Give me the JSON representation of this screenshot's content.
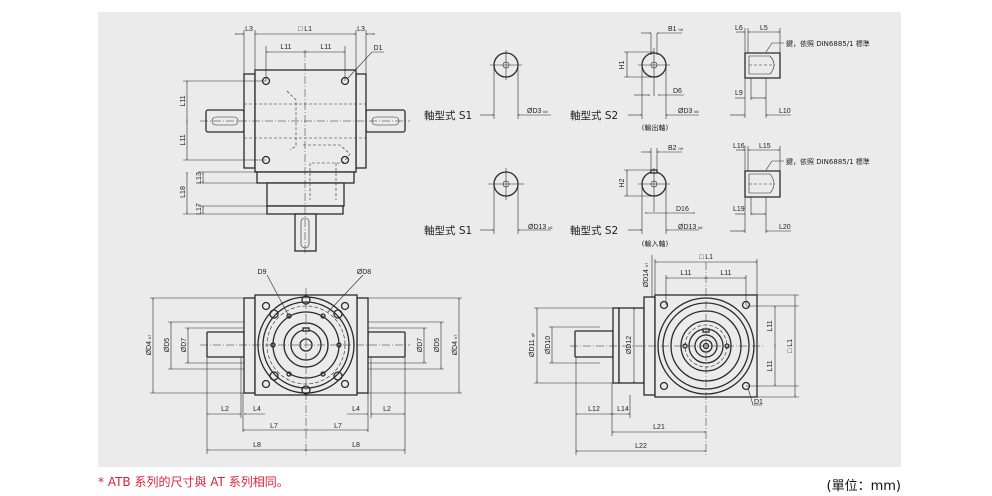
{
  "top_view": {
    "L3_left": "L3",
    "L1": "□ L1",
    "L3_right": "L3",
    "L11_a": "L11",
    "L11_b": "L11",
    "D1": "D1",
    "L11_v1": "L11",
    "L11_v2": "L11",
    "L13": "L13",
    "L18": "L18",
    "L17": "L17"
  },
  "shaft_types": {
    "s1_label": "軸型式  S1",
    "s2_label": "軸型式  S2",
    "d3": {
      "main": "ØD3",
      "sub": "k6"
    },
    "d13": {
      "main": "ØD13",
      "sub": "k6"
    },
    "b1": {
      "main": "B1",
      "sub": "h9"
    },
    "b2": {
      "main": "B2",
      "sub": "h9"
    },
    "H1": "H1",
    "H2": "H2",
    "D6": "D6",
    "D16": "D16",
    "output_shaft": "(輸出軸)",
    "input_shaft": "(輸入軸)",
    "L6": "L6",
    "L5": "L5",
    "L9": "L9",
    "L10": "L10",
    "L16": "L16",
    "L15": "L15",
    "L19": "L19",
    "L20": "L20",
    "key_note": "鍵，依照 DIN6885/1 標準"
  },
  "front_view": {
    "D9": "D9",
    "D8": "ØD8",
    "d4": {
      "main": "ØD4",
      "sub": "h7"
    },
    "D5": "ØD5",
    "D7": "ØD7",
    "L2": "L2",
    "L4": "L4",
    "L7": "L7",
    "L8": "L8"
  },
  "side_view": {
    "L1": "□ L1",
    "L11": "L11",
    "d14": {
      "main": "ØD14",
      "sub": "h7"
    },
    "d11": {
      "main": "ØD11",
      "sub": "g6"
    },
    "D10": "ØD10",
    "D12": "ØD12",
    "D1": "D1",
    "L12": "L12",
    "L14": "L14",
    "L21": "L21",
    "L22": "L22"
  },
  "footer": {
    "note": "* ATB 系列的尺寸與 AT 系列相同。",
    "unit": "(單位：mm)"
  },
  "colors": {
    "note": "#e0203a",
    "panel": "#ebebeb"
  }
}
